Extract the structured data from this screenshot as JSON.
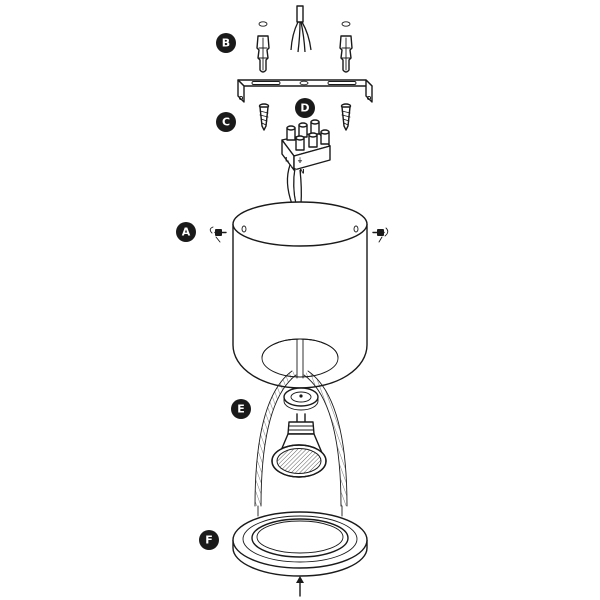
{
  "labels": {
    "a": "A",
    "b": "B",
    "c": "C",
    "d": "D",
    "e": "E",
    "f": "F"
  },
  "terminals": {
    "live": "L",
    "earth": "⏚",
    "neutral": "N"
  },
  "colors": {
    "ink": "#1a1a1a",
    "badge": "#1a1a1a",
    "badge_text": "#ffffff",
    "shade": "#8a8a8a"
  }
}
